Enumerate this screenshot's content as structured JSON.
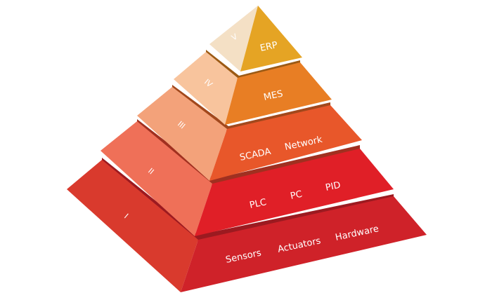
{
  "title": "Automation pyramid",
  "levels": [
    {
      "numeral": "I",
      "items": [
        "Sensors",
        "Actuators",
        "Hardware"
      ],
      "colors": {
        "left": "#d93a2d",
        "right": "#cf2229",
        "shadow": "#9c1a20"
      }
    },
    {
      "numeral": "II",
      "items": [
        "PLC",
        "PC",
        "PID"
      ],
      "colors": {
        "left": "#ef7058",
        "right": "#e01f27",
        "shadow": "#a03020"
      }
    },
    {
      "numeral": "III",
      "items": [
        "SCADA",
        "Network"
      ],
      "colors": {
        "left": "#f3a27a",
        "right": "#e8572a",
        "shadow": "#a2481c"
      }
    },
    {
      "numeral": "IV",
      "items": [
        "MES"
      ],
      "colors": {
        "left": "#f8c49d",
        "right": "#e87e24",
        "shadow": "#9c5a14"
      }
    },
    {
      "numeral": "V",
      "items": [
        "ERP"
      ],
      "colors": {
        "left": "#f4e0c5",
        "right": "#e5a424",
        "shadow": "#8f6a14"
      }
    }
  ]
}
